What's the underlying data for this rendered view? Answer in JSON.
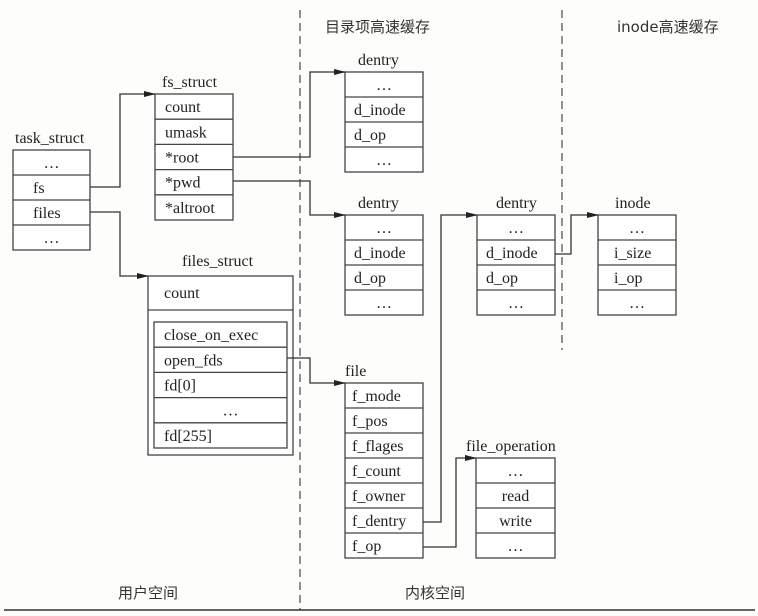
{
  "regions": {
    "dcache_title": "目录项高速缓存",
    "icache_title": "inode高速缓存",
    "user_space": "用户空间",
    "kernel_space": "内核空间"
  },
  "structs": {
    "task_struct": {
      "title": "task_struct",
      "fields": [
        "…",
        "fs",
        "files",
        "…"
      ]
    },
    "fs_struct": {
      "title": "fs_struct",
      "fields": [
        "count",
        "umask",
        "*root",
        "*pwd",
        "*altroot"
      ]
    },
    "dentry_root": {
      "title": "dentry",
      "fields": [
        "…",
        "d_inode",
        "d_op",
        "…"
      ]
    },
    "dentry_pwd": {
      "title": "dentry",
      "fields": [
        "…",
        "d_inode",
        "d_op",
        "…"
      ]
    },
    "dentry_file": {
      "title": "dentry",
      "fields": [
        "…",
        "d_inode",
        "d_op",
        "…"
      ]
    },
    "inode": {
      "title": "inode",
      "fields": [
        "…",
        "i_size",
        "i_op",
        "…"
      ]
    },
    "files_struct": {
      "title": "files_struct",
      "count": "count",
      "fields": [
        "close_on_exec",
        "open_fds",
        "fd[0]",
        "…",
        "fd[255]"
      ]
    },
    "file": {
      "title": "file",
      "fields": [
        "f_mode",
        "f_pos",
        "f_flages",
        "f_count",
        "f_owner",
        "f_dentry",
        "f_op"
      ]
    },
    "file_operation": {
      "title": "file_operation",
      "fields": [
        "…",
        "read",
        "write",
        "…"
      ]
    }
  },
  "connections": [
    {
      "from": "task_struct.fs",
      "to": "fs_struct"
    },
    {
      "from": "task_struct.files",
      "to": "files_struct"
    },
    {
      "from": "fs_struct.*root",
      "to": "dentry_root"
    },
    {
      "from": "fs_struct.*pwd",
      "to": "dentry_pwd"
    },
    {
      "from": "files_struct.open_fds",
      "to": "file"
    },
    {
      "from": "file.f_dentry",
      "to": "dentry_file"
    },
    {
      "from": "file.f_op",
      "to": "file_operation"
    },
    {
      "from": "dentry_file.d_inode",
      "to": "inode"
    }
  ]
}
